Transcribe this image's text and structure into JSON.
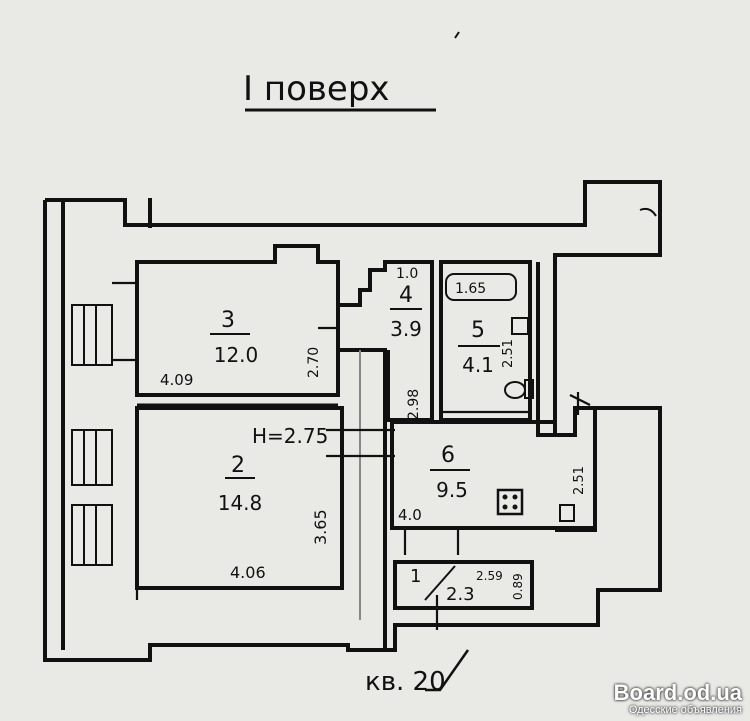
{
  "plan": {
    "floor_title": "I поверх",
    "apartment_label": "кв. 20",
    "height_note": "H=2.75"
  },
  "rooms": [
    {
      "number": "1",
      "area": "2.3",
      "dim_a": "2.59",
      "dim_b": "0.89"
    },
    {
      "number": "2",
      "area": "14.8",
      "dim_a": "4.06",
      "dim_b": "3.65"
    },
    {
      "number": "3",
      "area": "12.0",
      "dim_a": "4.09",
      "dim_b": "2.70"
    },
    {
      "number": "4",
      "area": "3.9",
      "dim_a": "1.0",
      "dim_b": "2.98"
    },
    {
      "number": "5",
      "area": "4.1",
      "dim_a": "1.65",
      "dim_b": "2.51"
    },
    {
      "number": "6",
      "area": "9.5",
      "dim_a": "4.0",
      "dim_b": "2.51"
    }
  ],
  "watermark": {
    "site": "Board.od.ua",
    "tagline": "Одесские объявления"
  }
}
